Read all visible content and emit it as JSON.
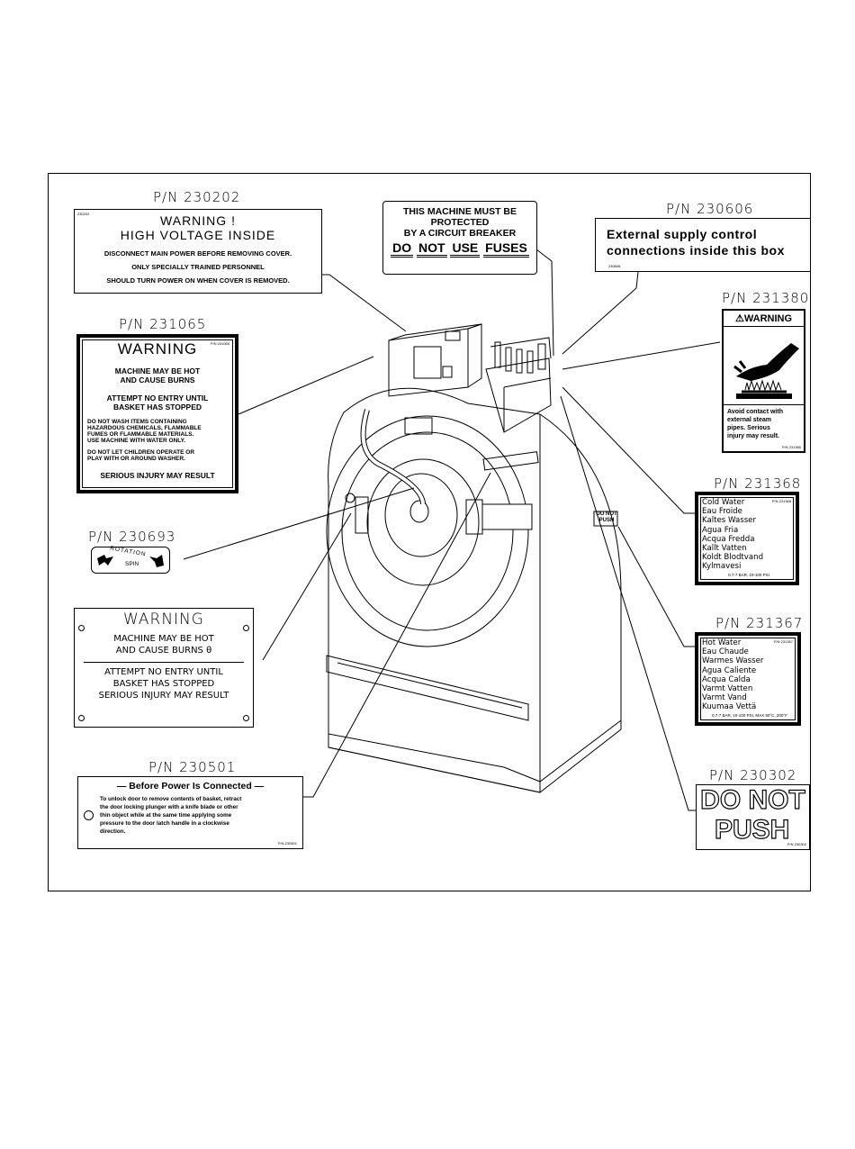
{
  "labels": {
    "hv": {
      "pn": "P/N 230202",
      "code": "230202",
      "title1": "WARNING !",
      "title2": "HIGH VOLTAGE INSIDE",
      "line1": "DISCONNECT MAIN POWER BEFORE REMOVING COVER.",
      "line2": "ONLY SPECIALLY TRAINED PERSONNEL",
      "line3": "SHOULD TURN POWER ON WHEN COVER IS REMOVED."
    },
    "breaker": {
      "line1": "THIS MACHINE MUST BE",
      "line2": "PROTECTED",
      "line3": "BY A CIRCUIT BREAKER",
      "w1": "DO",
      "w2": "NOT",
      "w3": "USE",
      "w4": "FUSES"
    },
    "supply": {
      "pn": "P/N 230606",
      "line1": "External  supply  control",
      "line2": "connections  inside  this  box",
      "code": "230606"
    },
    "steam": {
      "pn": "P/N 231380",
      "title": "⚠WARNING",
      "line1": "Avoid contact with",
      "line2": "external steam",
      "line3": "pipes. Serious",
      "line4": "injury may result.",
      "code": "P/N 231380"
    },
    "hot": {
      "pn": "P/N 231065",
      "code": "P/N 231065",
      "title": "WARNING",
      "l1": "MACHINE MAY BE HOT",
      "l2": "AND CAUSE BURNS",
      "l3": "ATTEMPT NO ENTRY UNTIL",
      "l4": "BASKET HAS STOPPED",
      "l5": "DO NOT WASH ITEMS CONTAINING",
      "l6": "HAZARDOUS CHEMICALS, FLAMMABLE",
      "l7": "FUMES OR FLAMMABLE MATERIALS.",
      "l8": "USE MACHINE WITH WATER ONLY.",
      "l9": "DO NOT LET CHILDREN OPERATE OR",
      "l10": "PLAY WITH OR AROUND WASHER.",
      "l11": "SERIOUS INJURY MAY RESULT"
    },
    "rotation": {
      "pn": "P/N 230693",
      "word1": "ROTATION",
      "word2": "SPIN"
    },
    "warn2": {
      "title": "WARNING",
      "l1": "MACHINE MAY BE HOT",
      "l2": "AND CAUSE BURNS θ",
      "l3": "ATTEMPT NO ENTRY UNTIL",
      "l4": "BASKET HAS STOPPED",
      "l5": "SERIOUS INJURY MAY RESULT"
    },
    "cold": {
      "pn": "P/N 231368",
      "code": "P/N 231368",
      "items": [
        "Cold Water",
        "Eau Froide",
        "Kaltes Wasser",
        "Agua Fria",
        "Acqua Fredda",
        "Kallt Vatten",
        "Koldt Blodtvand",
        "Kylmavesi"
      ],
      "foot": "0.7-7 BAR, 10-100 PSI"
    },
    "hotwater": {
      "pn": "P/N 231367",
      "code": "P/N 231367",
      "items": [
        "Hot Water",
        "Eau Chaude",
        "Warmes Wasser",
        "Agua Caliente",
        "Acqua Calda",
        "Varmt Vatten",
        "Varmt Vand",
        "Kuumaa Vettä"
      ],
      "foot": "0.7-7 BAR, 10-100 PSI, MAX 90°C, 200°F"
    },
    "door": {
      "pn": "P/N 230501",
      "title": "— Before Power Is Connected —",
      "l1": "To unlock door to remove contents of basket, retract",
      "l2": "the door locking plunger with a knife blade or other",
      "l3": "thin object while at the same time applying some",
      "l4": "pressure to the door latch handle in a clockwise",
      "l5": "direction.",
      "code": "P/N 230501"
    },
    "push": {
      "pn": "P/N 230302",
      "line1": "DO NOT",
      "line2": "PUSH",
      "code": "P/N 230302",
      "machine_label1": "DO NOT",
      "machine_label2": "PUSH"
    }
  },
  "colors": {
    "ink": "#000000",
    "paper": "#ffffff"
  }
}
